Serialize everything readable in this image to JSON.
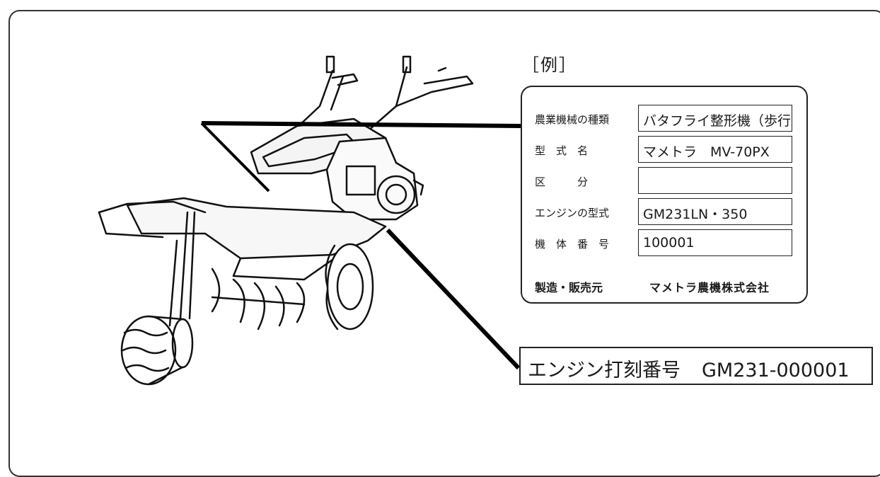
{
  "example_label": "［例］",
  "plate": {
    "rows": [
      {
        "label": "農業機械の種類",
        "value": "バタフライ整形機（歩行型）"
      },
      {
        "label": "型　式　名",
        "value": "マメトラ　MV-70PX"
      },
      {
        "label": "区　　　分",
        "value": ""
      },
      {
        "label": "エンジンの型式",
        "value": "GM231LN・350"
      },
      {
        "label": "機　体　番　号",
        "value": "100001"
      }
    ],
    "maker_label": "製造・販売元",
    "maker_name": "マメトラ農機株式会社"
  },
  "engine_stamp": {
    "label": "エンジン打刻番号",
    "number": "GM231-000001"
  }
}
